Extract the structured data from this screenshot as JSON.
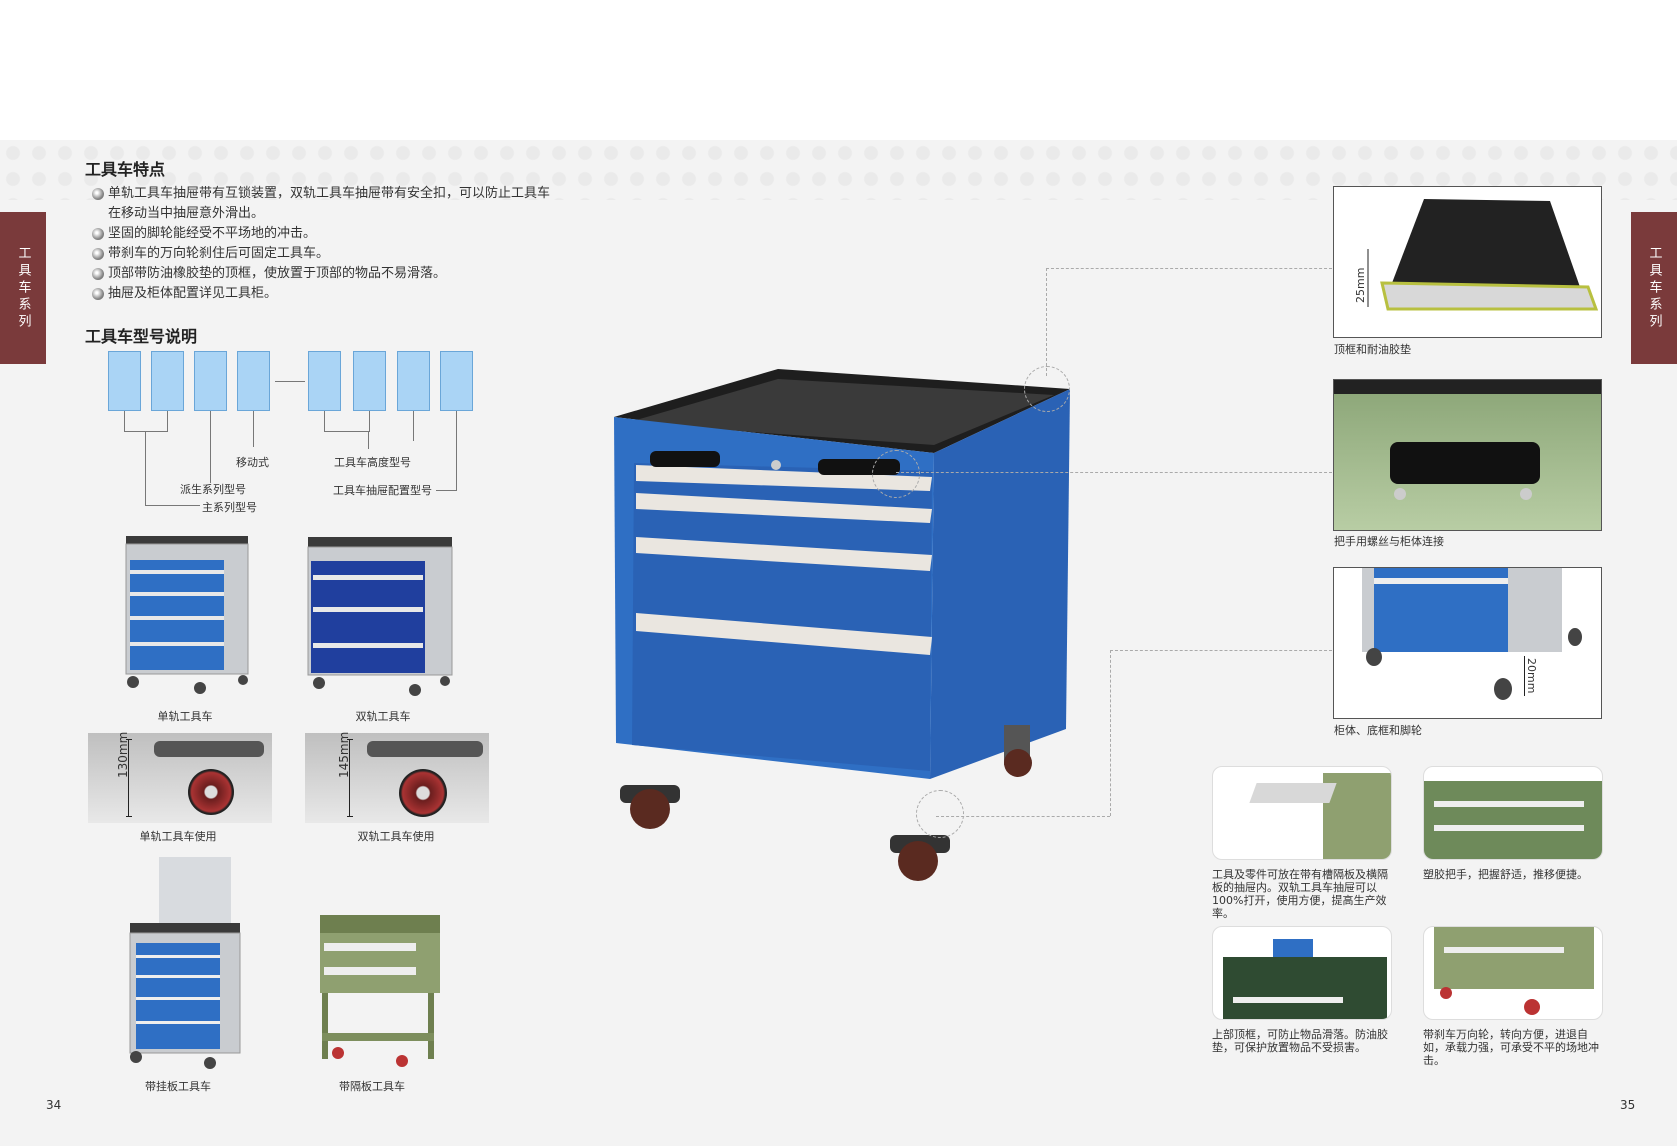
{
  "side_tab": "工具车系列",
  "features": {
    "title": "工具车特点",
    "items": [
      "单轨工具车抽屉带有互锁装置，双轨工具车抽屉带有安全扣，可以防止工具车在移动当中抽屉意外滑出。",
      "坚固的脚轮能经受不平场地的冲击。",
      "带刹车的万向轮刹住后可固定工具车。",
      "顶部带防油橡胶垫的顶框，使放置于顶部的物品不易滑落。",
      "抽屉及柜体配置详见工具柜。"
    ]
  },
  "model": {
    "title": "工具车型号说明",
    "labels": {
      "mobile": "移动式",
      "height": "工具车高度型号",
      "derived": "派生系列型号",
      "drawer": "工具车抽屉配置型号",
      "main": "主系列型号"
    }
  },
  "left_products": {
    "single": "单轨工具车",
    "double": "双轨工具车",
    "single_use": "单轨工具车使用",
    "double_use": "双轨工具车使用",
    "dim_130": "130mm",
    "dim_145": "145mm",
    "hanging": "带挂板工具车",
    "partition": "带隔板工具车"
  },
  "right_details": {
    "top_frame": "顶框和耐油胶垫",
    "dim_25": "25mm",
    "handle": "把手用螺丝与柜体连接",
    "body": "柜体、底框和脚轮",
    "dim_20": "20mm"
  },
  "thumbs": {
    "t1": "工具及零件可放在带有槽隔板及横隔板的抽屉内。双轨工具车抽屉可以100%打开，使用方便，提高生产效率。",
    "t2": "塑胶把手，把握舒适，推移便捷。",
    "t3": "上部顶框，可防止物品滑落。防油胶垫，可保护放置物品不受损害。",
    "t4": "带刹车万向轮，转向方便，进退自如，承载力强，可承受不平的场地冲击。"
  },
  "pages": {
    "left": "34",
    "right": "35"
  },
  "colors": {
    "blue": "#2f6fc4",
    "tab": "#7a3a3b",
    "green": "#8fa070",
    "grey": "#c9ccd0"
  }
}
